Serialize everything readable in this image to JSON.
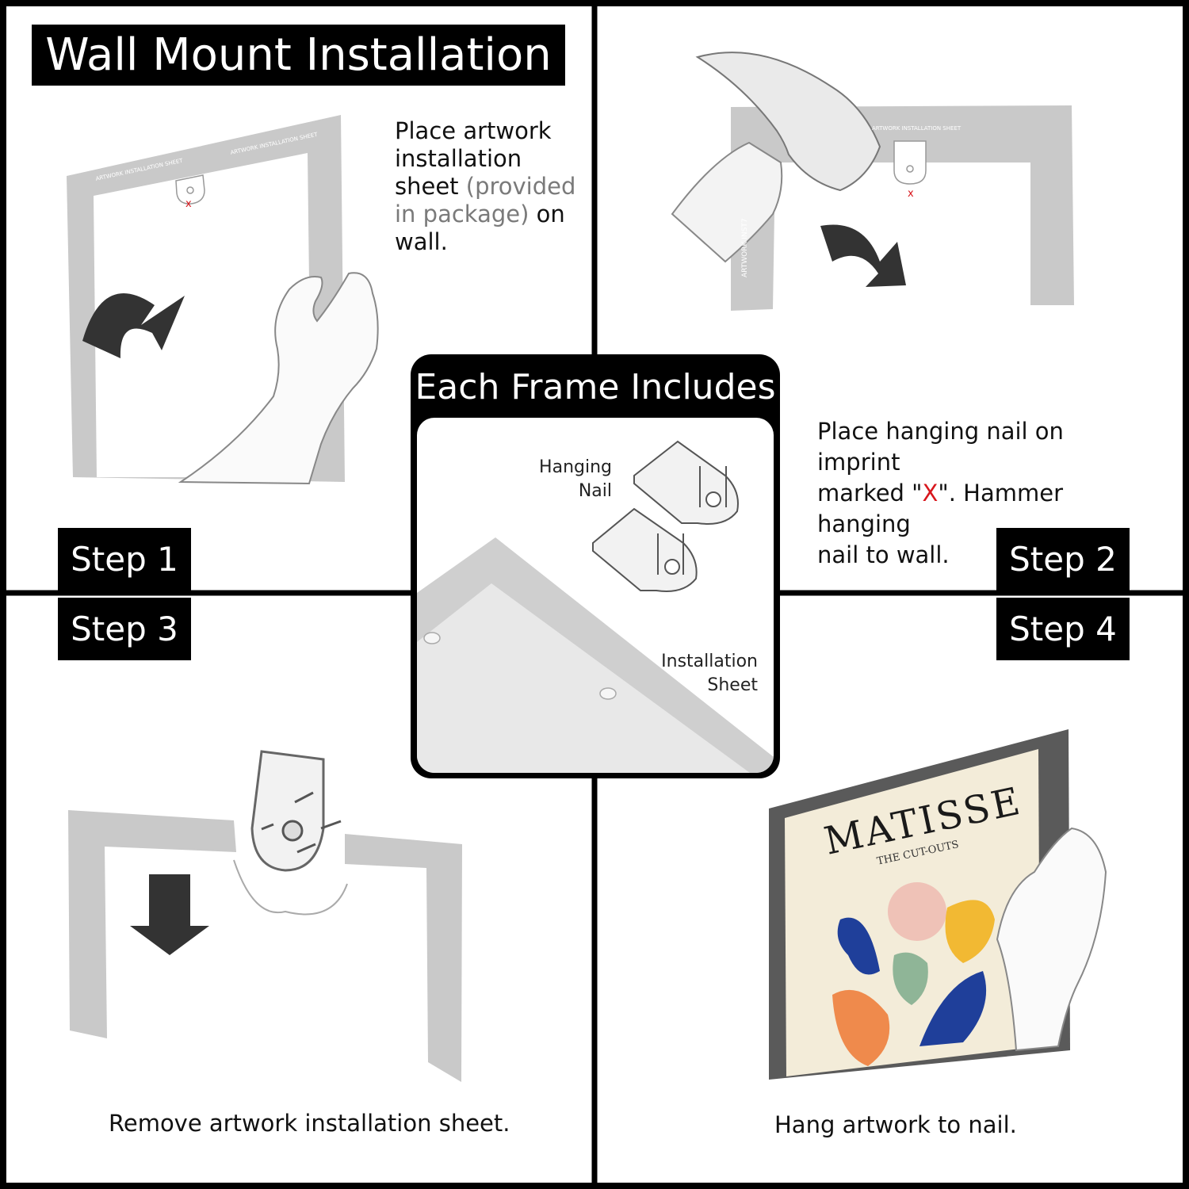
{
  "title": "Wall Mount Installation",
  "includes": {
    "title": "Each Frame Includes",
    "hanging_nail_line1": "Hanging",
    "hanging_nail_line2": "Nail",
    "installation_sheet_line1": "Installation",
    "installation_sheet_line2": "Sheet"
  },
  "steps": {
    "step1": {
      "label": "Step 1",
      "text_line1": "Place artwork",
      "text_line2": "installation",
      "text_line3a": "sheet",
      "text_line3b": "(provided",
      "text_line4a": "in package)",
      "text_line4b": "on",
      "text_line5": "wall."
    },
    "step2": {
      "label": "Step 2",
      "text_line1": "Place hanging nail on imprint",
      "text_line2a": "marked \"",
      "text_line2x": "X",
      "text_line2b": "\". Hammer hanging",
      "text_line3": "nail to wall."
    },
    "step3": {
      "label": "Step 3",
      "text": "Remove artwork installation sheet."
    },
    "step4": {
      "label": "Step 4",
      "text": "Hang artwork to nail."
    }
  },
  "sheet_print": {
    "header": "ARTWORK INSTALLATION SHEET",
    "side": "ARTWORK INSTALLATION SHEET",
    "side_cut": "ARTWORK INST7",
    "x_mark": "x"
  },
  "poster": {
    "title": "MATISSE",
    "subtitle": "THE CUT-OUTS"
  },
  "colors": {
    "frame": "#000000",
    "sheet_grey": "#c9c9c9",
    "arrow": "#333333",
    "accent_red": "#d8161c",
    "poster_bg": "#f3ecd9",
    "leaf_blue": "#1f3f9a",
    "leaf_orange": "#ef8a4c",
    "leaf_yellow": "#f2b933",
    "leaf_green": "#8fb597",
    "sun_pink": "#efc2b7"
  },
  "icons": [
    "hand-icon",
    "hammer-icon",
    "curved-arrow-icon",
    "down-arrow-icon",
    "hanging-nail-icon"
  ]
}
